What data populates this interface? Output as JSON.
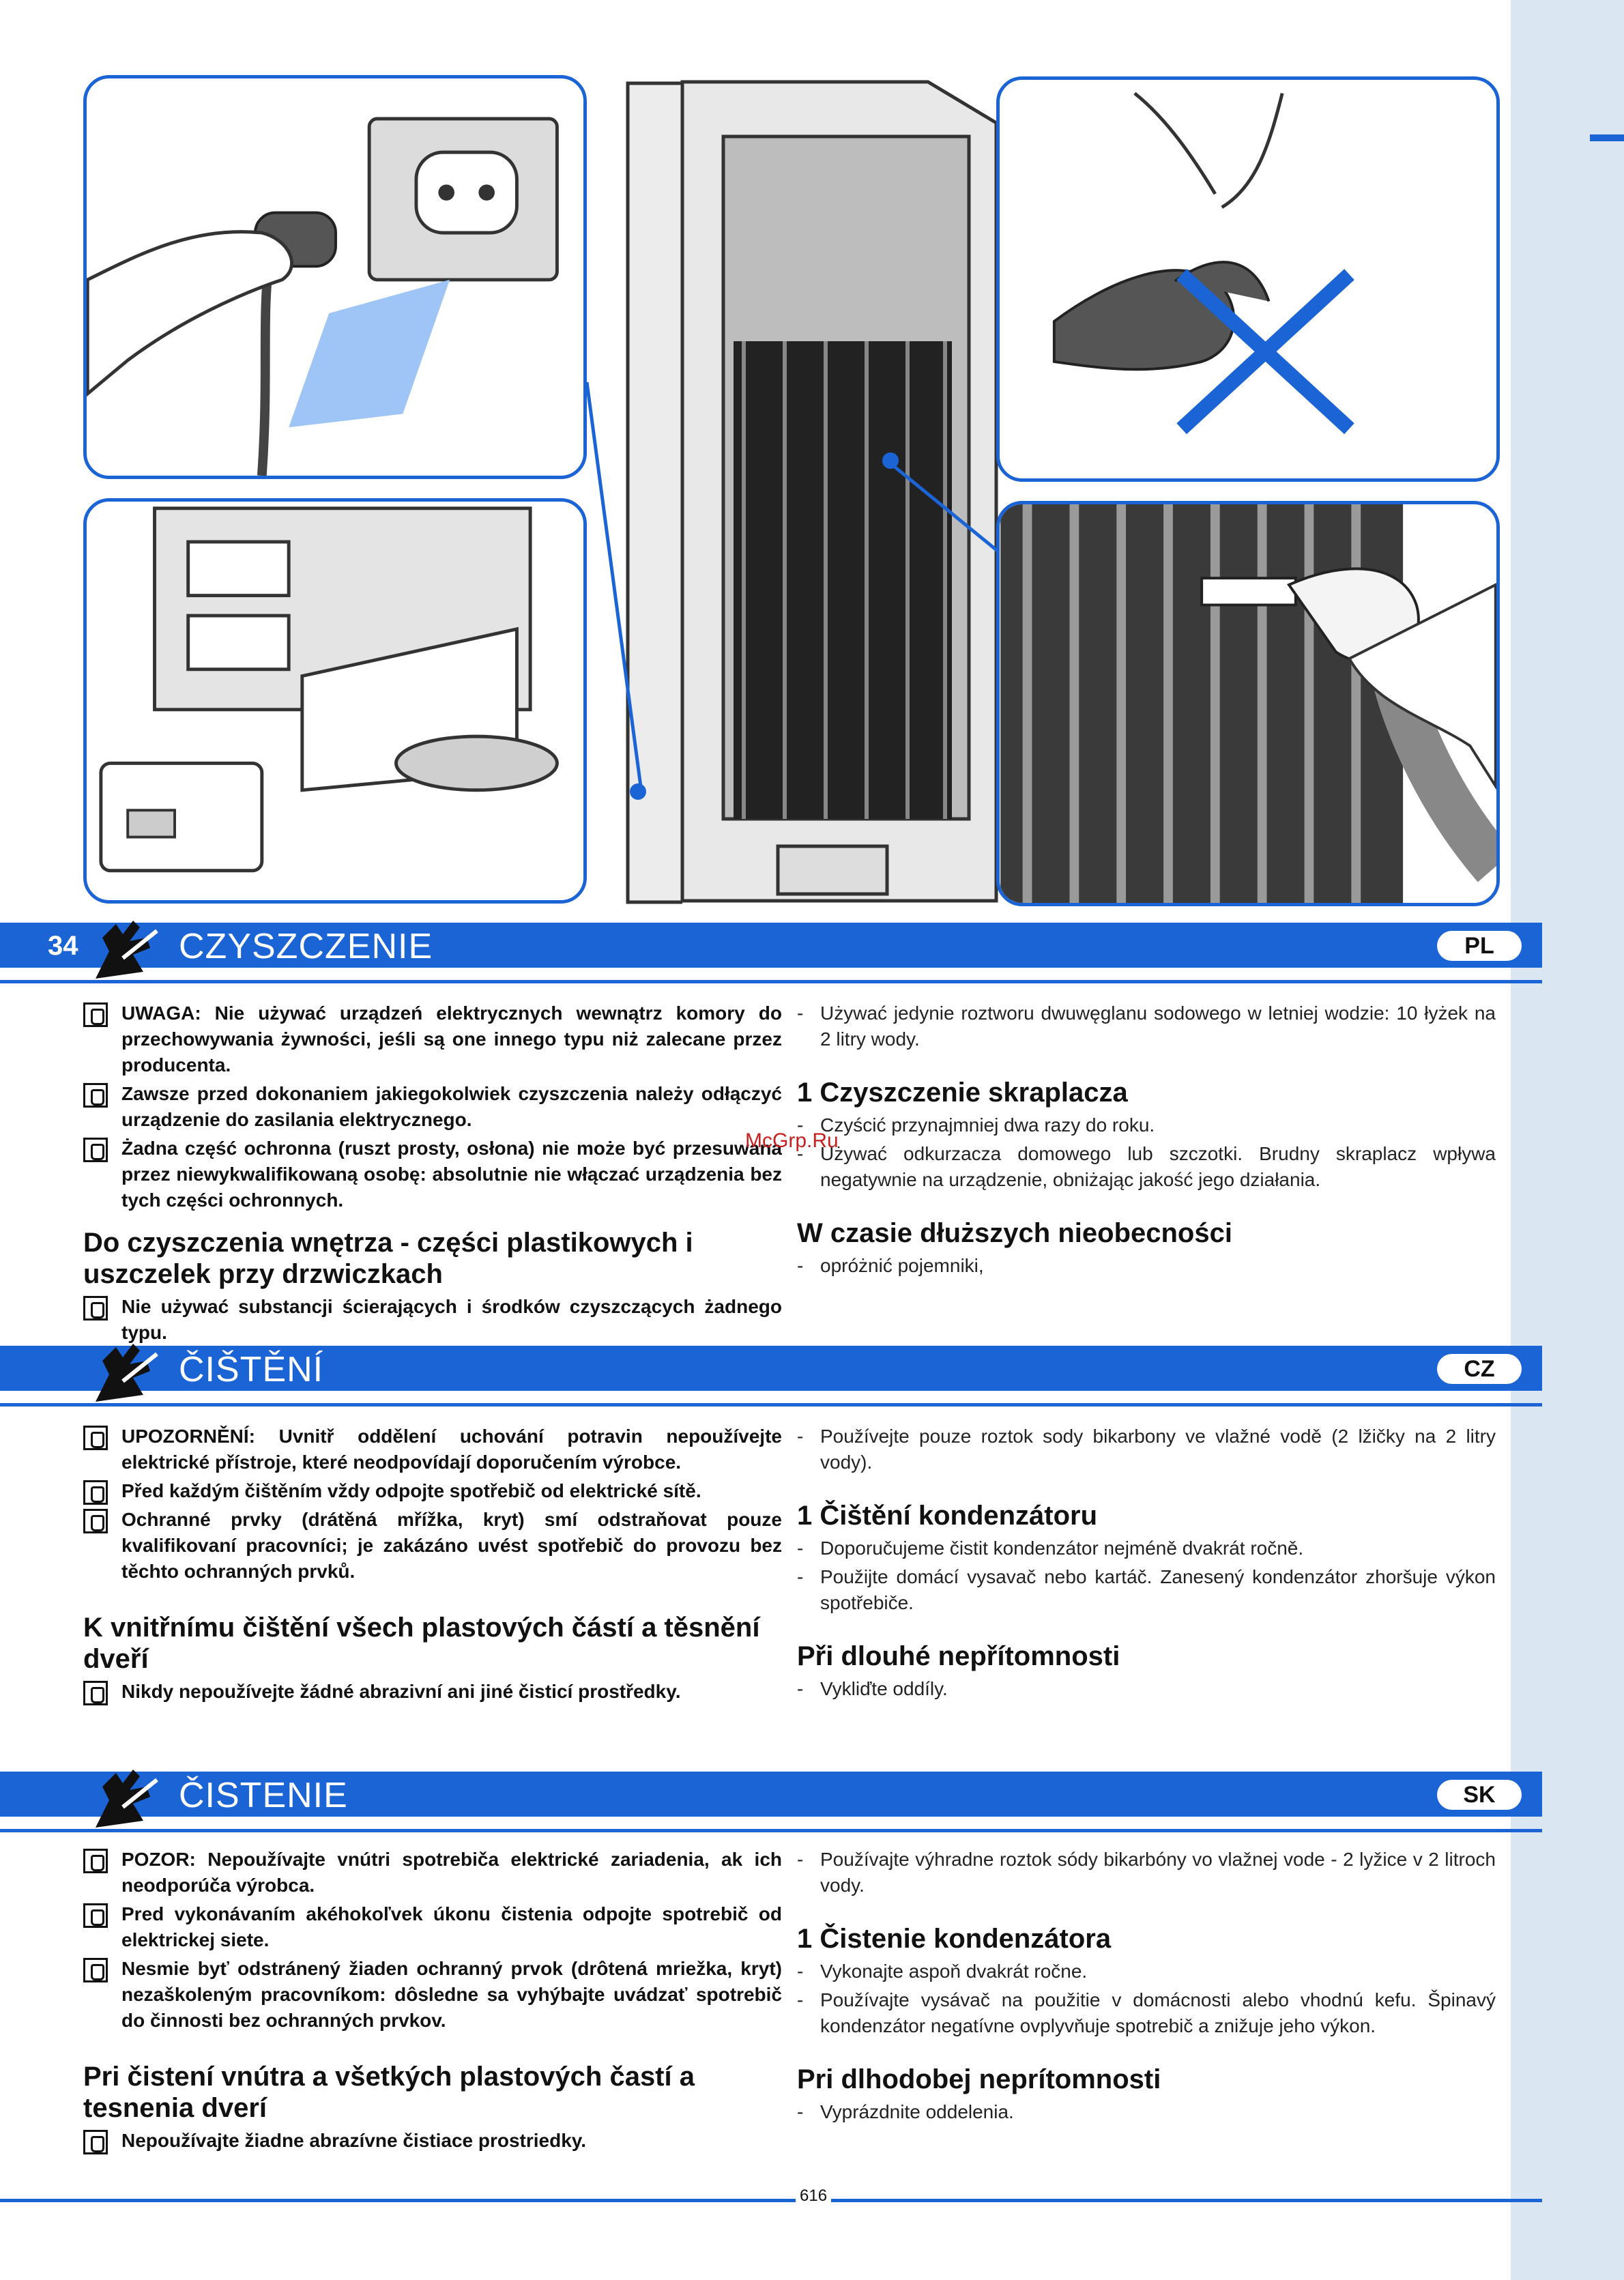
{
  "watermark": "McGrp.Ru",
  "footer_code": "616",
  "sections": [
    {
      "page_number": "34",
      "title": "CZYSZCZENIE",
      "lang": "PL",
      "warnings": [
        "UWAGA: Nie używać urządzeń elektrycznych wewnątrz komory do przechowywania żywności, jeśli są one innego typu niż zalecane przez producenta.",
        "Zawsze przed dokonaniem jakiegokolwiek czyszczenia należy odłączyć urządzenie do zasilania elektrycznego.",
        "Żadna część ochronna (ruszt prosty, osłona) nie może być przesuwana przez niewykwalifikowaną osobę: absolutnie nie włączać urządzenia bez tych części ochronnych."
      ],
      "interior_heading": "Do czyszczenia wnętrza - części plastikowych i uszczelek przy drzwiczkach",
      "interior_warning": "Nie używać substancji ścierających i środków czyszczących żadnego typu.",
      "right_intro": "Używać jedynie roztworu dwuwęglanu sodowego w letniej wodzie: 10 łyżek na 2 litry wody.",
      "condenser_heading": "1 Czyszczenie skraplacza",
      "condenser_items": [
        "Czyścić przynajmniej dwa razy do roku.",
        "Używać odkurzacza domowego lub szczotki. Brudny skraplacz wpływa negatywnie na urządzenie, obniżając jakość jego działania."
      ],
      "absence_heading": "W czasie dłuższych nieobecności",
      "absence_items": [
        "opróżnić pojemniki,"
      ]
    },
    {
      "title": "ČIŠTĚNÍ",
      "lang": "CZ",
      "warnings": [
        "UPOZORNĚNÍ: Uvnitř oddělení uchování potravin nepoužívejte elektrické přístroje, které neodpovídají doporučením výrobce.",
        "Před každým čištěním vždy odpojte spotřebič od elektrické sítě.",
        "Ochranné prvky (drátěná mřížka, kryt) smí odstraňovat pouze kvalifikovaní pracovníci; je zakázáno uvést spotřebič do provozu bez těchto ochranných prvků."
      ],
      "interior_heading": "K vnitřnímu čištění všech plastových částí a těsnění dveří",
      "interior_warning": "Nikdy nepoužívejte žádné abrazivní ani jiné čisticí prostředky.",
      "right_intro": "Používejte pouze roztok sody bikarbony ve vlažné vodě (2 lžičky na 2 litry vody).",
      "condenser_heading": "1 Čištění kondenzátoru",
      "condenser_items": [
        "Doporučujeme čistit kondenzátor nejméně dvakrát ročně.",
        "Použijte domácí vysavač nebo kartáč. Zanesený kondenzátor zhoršuje výkon spotřebiče."
      ],
      "absence_heading": "Při dlouhé nepřítomnosti",
      "absence_items": [
        "Vykliďte oddíly."
      ]
    },
    {
      "title": "ČISTENIE",
      "lang": "SK",
      "warnings": [
        "POZOR: Nepoužívajte vnútri spotrebiča elektrické zariadenia, ak ich neodporúča výrobca.",
        "Pred vykonávaním akéhokoľvek úkonu čistenia odpojte spotrebič od elektrickej siete.",
        "Nesmie byť odstránený žiaden ochranný prvok (drôtená mriežka, kryt) nezaškoleným pracovníkom: dôsledne sa vyhýbajte uvádzať spotrebič do činnosti bez ochranných prvkov."
      ],
      "interior_heading": "Pri čistení vnútra a všetkých plastových častí a tesnenia dverí",
      "interior_warning": "Nepoužívajte žiadne abrazívne čistiace prostriedky.",
      "right_intro": "Používajte výhradne roztok sódy bikarbóny vo vlažnej vode - 2 lyžice v 2 litroch vody.",
      "condenser_heading": "1 Čistenie kondenzátora",
      "condenser_items": [
        "Vykonajte aspoň dvakrát ročne.",
        "Používajte vysávač na použitie v domácnosti alebo vhodnú kefu. Špinavý kondenzátor negatívne ovplyvňuje spotrebič a znižuje jeho výkon."
      ],
      "absence_heading": "Pri dlhodobej neprítomnosti",
      "absence_items": [
        "Vyprázdnite oddelenia."
      ]
    }
  ]
}
